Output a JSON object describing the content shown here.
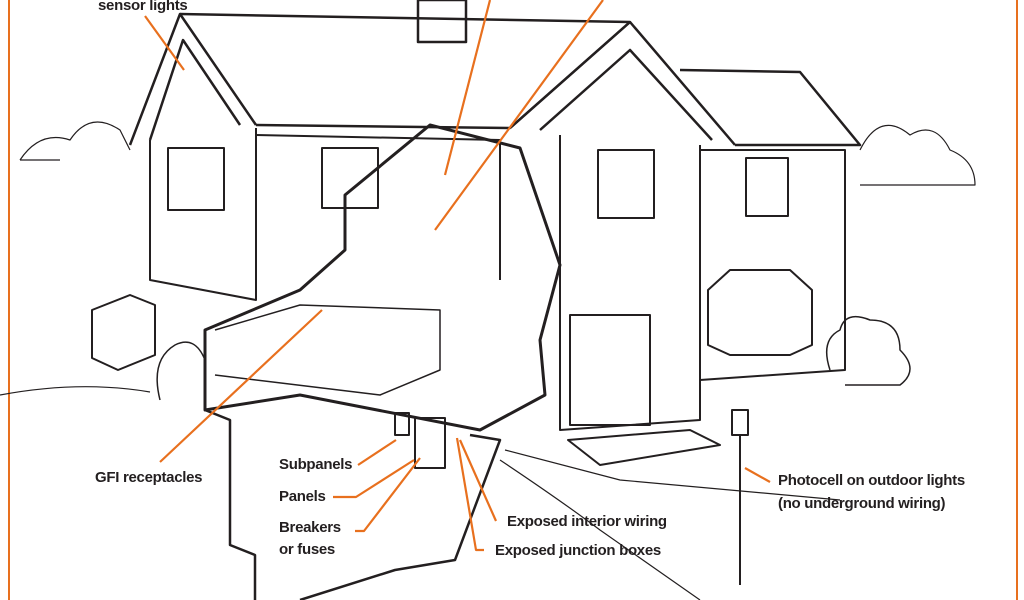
{
  "colors": {
    "accent": "#e8701e",
    "ink": "#231f20"
  },
  "labels": {
    "sensor_lights": "sensor lights",
    "gfi": "GFI receptacles",
    "subpanels": "Subpanels",
    "panels": "Panels",
    "breakers_1": "Breakers",
    "breakers_2": "or fuses",
    "interior_wiring": "Exposed interior wiring",
    "junction_boxes": "Exposed junction boxes",
    "photocell_1": "Photocell on outdoor lights",
    "photocell_2": "(no underground wiring)"
  }
}
